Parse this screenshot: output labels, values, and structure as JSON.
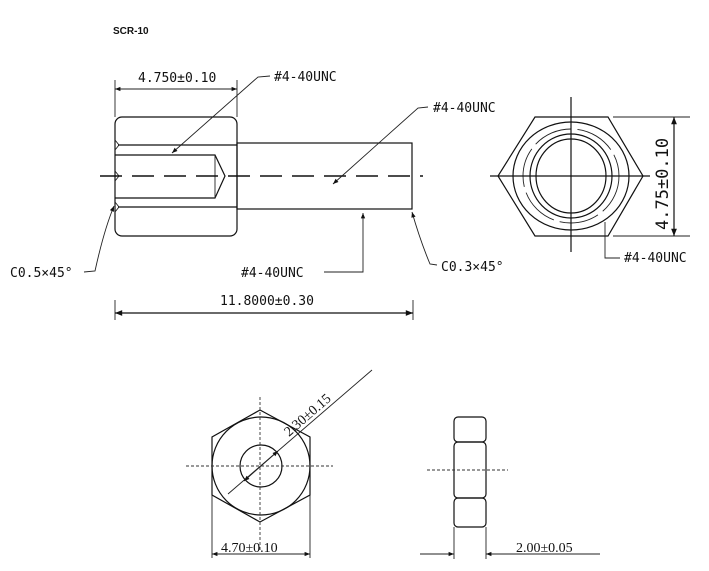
{
  "title": "SCR-10",
  "side_view": {
    "hex_length_dim": "4.750±0.10",
    "internal_thread_label": "#4-40UNC",
    "shaft_thread_label": "#4-40UNC",
    "bottom_thread_label": "#4-40UNC",
    "chamfer_left": "C0.5×45°",
    "chamfer_right": "C0.3×45°",
    "overall_length_dim": "11.8000±0.30"
  },
  "end_view": {
    "across_flats_dim": "4.75±0.10",
    "thread_label": "#4-40UNC"
  },
  "nut_front_view": {
    "hole_dim": "2.30±0.15",
    "width_dim": "4.70±0.10"
  },
  "nut_side_view": {
    "thickness_dim": "2.00±0.05"
  }
}
